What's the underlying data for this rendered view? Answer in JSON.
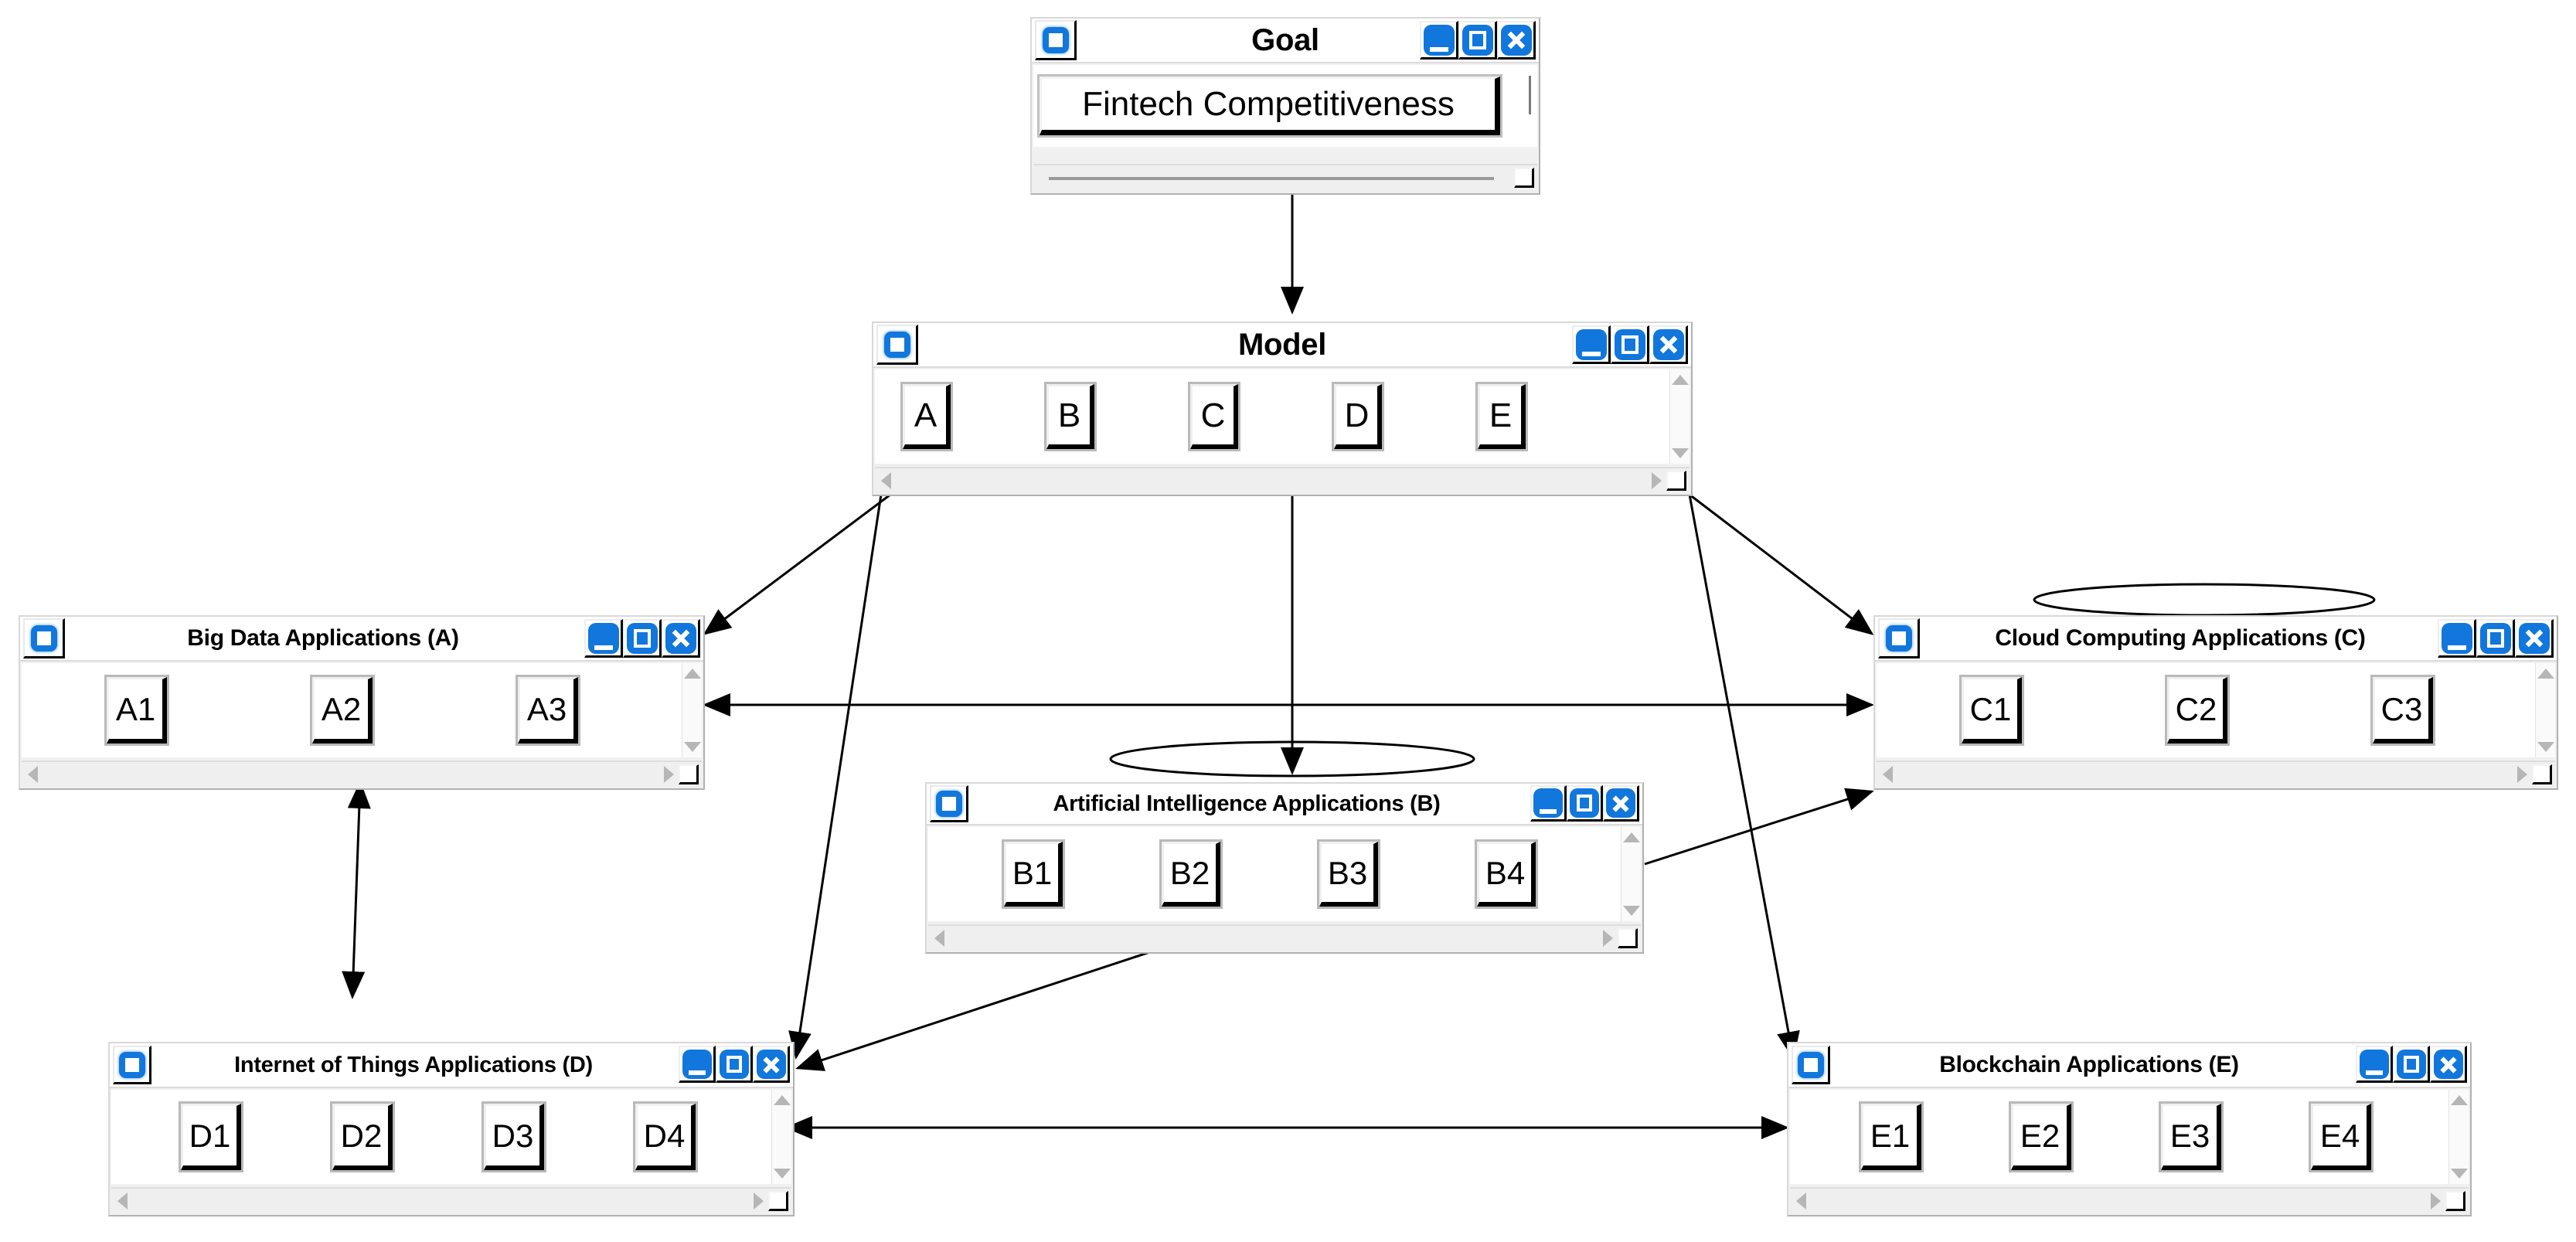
{
  "theme": {
    "accent": "#1177dd",
    "window_bg": "#f0f0f0",
    "titlebar_bg": "#ffffff",
    "client_bg": "#ffffff",
    "edge_color": "#000000",
    "scroll_arrow": "#b6b6b6"
  },
  "controls": {
    "minimize_label": "Minimize",
    "maximize_label": "Maximize",
    "close_label": "Close",
    "app_icon": "app-square-icon",
    "minimize_icon": "minimize-icon",
    "maximize_icon": "maximize-icon",
    "close_icon": "close-icon",
    "scroll_up_icon": "scroll-up-arrow-icon",
    "scroll_down_icon": "scroll-down-arrow-icon",
    "scroll_left_icon": "scroll-left-arrow-icon",
    "scroll_right_icon": "scroll-right-arrow-icon",
    "resize_grip_icon": "resize-grip-icon"
  },
  "windows": {
    "goal": {
      "title": "Goal",
      "field_value": "Fintech Competitiveness"
    },
    "model": {
      "title": "Model",
      "nodes": [
        "A",
        "B",
        "C",
        "D",
        "E"
      ]
    },
    "a": {
      "title": "Big Data Applications (A)",
      "nodes": [
        "A1",
        "A2",
        "A3"
      ]
    },
    "b": {
      "title": "Artificial Intelligence Applications (B)",
      "nodes": [
        "B1",
        "B2",
        "B3",
        "B4"
      ]
    },
    "c": {
      "title": "Cloud Computing Applications (C)",
      "nodes": [
        "C1",
        "C2",
        "C3"
      ]
    },
    "d": {
      "title": "Internet of Things Applications (D)",
      "nodes": [
        "D1",
        "D2",
        "D3",
        "D4"
      ]
    },
    "e": {
      "title": "Blockchain Applications (E)",
      "nodes": [
        "E1",
        "E2",
        "E3",
        "E4"
      ]
    }
  },
  "diagram": {
    "edges": [
      {
        "from": "Goal",
        "to": "Model",
        "style": "single-arrow"
      },
      {
        "from": "Model",
        "to": "Big Data Applications (A)",
        "style": "single-arrow"
      },
      {
        "from": "Model",
        "to": "Artificial Intelligence Applications (B)",
        "style": "single-arrow"
      },
      {
        "from": "Model",
        "to": "Cloud Computing Applications (C)",
        "style": "single-arrow"
      },
      {
        "from": "Model",
        "to": "Internet of Things Applications (D)",
        "style": "single-arrow"
      },
      {
        "from": "Model",
        "to": "Blockchain Applications (E)",
        "style": "single-arrow"
      },
      {
        "from": "Big Data Applications (A)",
        "to": "Cloud Computing Applications (C)",
        "style": "double-arrow"
      },
      {
        "from": "Big Data Applications (A)",
        "to": "Internet of Things Applications (D)",
        "style": "double-arrow"
      },
      {
        "from": "Artificial Intelligence Applications (B)",
        "to": "Cloud Computing Applications (C)",
        "style": "single-arrow"
      },
      {
        "from": "Artificial Intelligence Applications (B)",
        "to": "Internet of Things Applications (D)",
        "style": "single-arrow"
      },
      {
        "from": "Internet of Things Applications (D)",
        "to": "Blockchain Applications (E)",
        "style": "double-arrow"
      },
      {
        "from": "Artificial Intelligence Applications (B)",
        "to": "Artificial Intelligence Applications (B)",
        "style": "self-loop-ellipse"
      },
      {
        "from": "Cloud Computing Applications (C)",
        "to": "Cloud Computing Applications (C)",
        "style": "self-loop-ellipse"
      }
    ]
  }
}
